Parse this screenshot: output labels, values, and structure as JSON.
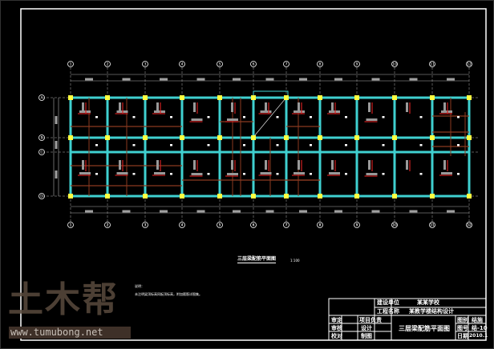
{
  "colors": {
    "background": "#000000",
    "frame": "#ffffff",
    "beam": "#3fd0d0",
    "column": "#ffff40",
    "rebar": "#d02020",
    "rebar_dark": "#8b3a20",
    "grid": "#b0b0b0",
    "dim_tag": "#a0a0a0"
  },
  "axes": {
    "columns": [
      "1",
      "2",
      "3",
      "4",
      "5",
      "6",
      "7",
      "8",
      "9",
      "10",
      "11",
      "12"
    ],
    "rows": [
      "A",
      "B",
      "C",
      "D"
    ]
  },
  "plan": {
    "title": "三层梁配筋平面图",
    "scale": "1:100",
    "notes": [
      "说明：",
      "未注明梁顶标高同板顶标高，附加箍筋详图集。"
    ]
  },
  "title_block": {
    "build_unit_label": "建设单位",
    "build_unit_value": "某某学校",
    "project_label": "工程名称",
    "project_value": "某教学楼结构设计",
    "drawing_name": "三层梁配筋平面图",
    "rows": [
      {
        "a": "审定",
        "b": "项目负责"
      },
      {
        "a": "审核",
        "b": "设计"
      },
      {
        "a": "校对",
        "b": "制图"
      }
    ],
    "meta": [
      {
        "label": "图别",
        "value": "结施"
      },
      {
        "label": "图号",
        "value": "结-10"
      },
      {
        "label": "日期",
        "value": "2010.1"
      }
    ]
  },
  "watermark": {
    "logo": "土木帮",
    "url": "www.tumubong.net"
  }
}
